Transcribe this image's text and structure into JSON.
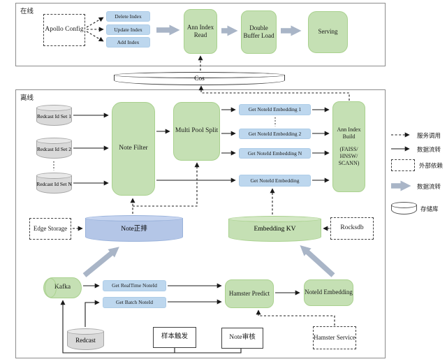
{
  "colors": {
    "line": "#1a1a1a",
    "frame_border": "#8c8c8c",
    "thick_arrow": "#a9b5c7",
    "green_fill": "#c5e0b4",
    "green_top": "#d4e8c6",
    "green_border": "#a9d18e",
    "blue_fill": "#bdd7ee",
    "blue_border": "#aecde8",
    "periwinkle_fill": "#b4c6e7",
    "periwinkle_top": "#c6d4ef",
    "periwinkle_border": "#98b1da",
    "gray_fill": "#d9d9d9",
    "gray_top": "#e8e8e8",
    "gray_border": "#a6a6a6",
    "white_fill": "#ffffff",
    "dark_border": "#404040"
  },
  "sections": {
    "online_label": "在线",
    "offline_label": "离线"
  },
  "nodes": {
    "apollo_config": "Apollo Config",
    "delete_index": "Delete Index",
    "update_index": "Update Index",
    "add_index": "Add Index",
    "ann_index_read": "Ann Index Read",
    "double_buffer_load": "Double Buffer Load",
    "serving": "Serving",
    "cos": "Cos",
    "redcast_set1": "Redcast Id Set 1",
    "redcast_set2": "Redcast Id Set 2",
    "redcast_setn": "Redcast Id Set N",
    "note_filter": "Note Filter",
    "multi_pool_split": "Multi Pool Split",
    "get_noteid_embedding_1": "Get NoteId Embedding 1",
    "get_noteid_embedding_2": "Get NoteId Embedding 2",
    "get_noteid_embedding_n": "Get NoteId Embedding N",
    "get_noteid_embedding": "Get NoteId Embedding",
    "ann_index_build_title": "Ann Index Build",
    "ann_index_build_sub": "(FAISS/\nHNSW/\nSCANN)",
    "edge_storage": "Edge Storage",
    "note_forward_index": "Note正排",
    "embedding_kv": "Embedding KV",
    "rocksdb": "Rocksdb",
    "kafka": "Kafka",
    "get_realtime_noteid": "Get RealTime NoteId",
    "get_batch_noteid": "Get Batch NoteId",
    "hamster_predict": "Hamster Predict",
    "noteid_embedding": "NoteId Embedding",
    "redcast": "Redcast",
    "sample_trigger": "样本触发",
    "note_review": "Note审核",
    "hamster_service": "Hamster Service"
  },
  "legend": {
    "items": [
      {
        "symbol": "dashed-arrow",
        "label": "服务调用"
      },
      {
        "symbol": "solid-arrow",
        "label": "数据流转"
      },
      {
        "symbol": "dashed-box",
        "label": "外部依赖"
      },
      {
        "symbol": "thick-arrow",
        "label": "数据流转"
      },
      {
        "symbol": "cylinder",
        "label": "存储库"
      }
    ]
  }
}
